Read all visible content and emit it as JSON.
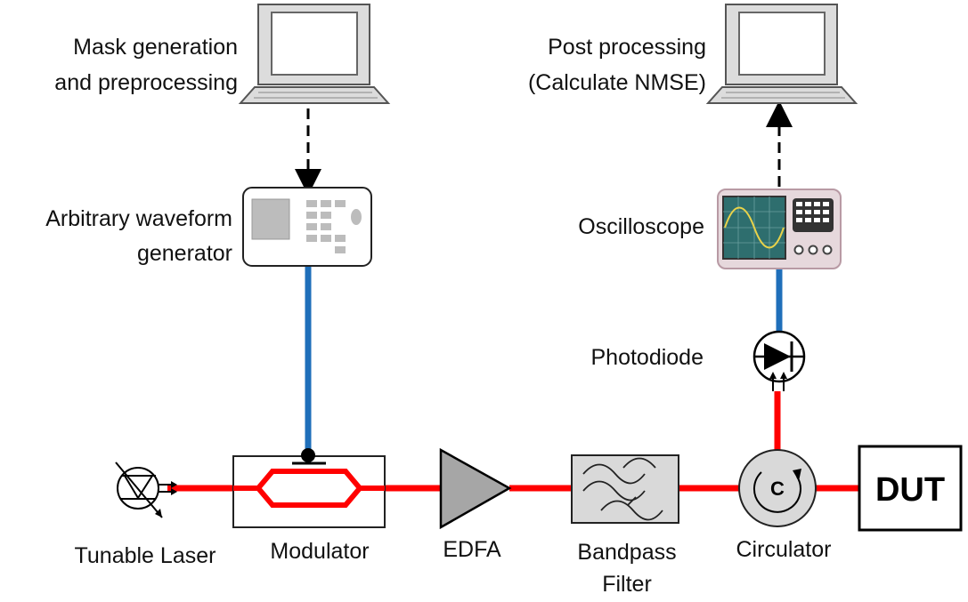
{
  "labels": {
    "pc_left": [
      "Mask generation",
      "and preprocessing"
    ],
    "pc_right": [
      "Post processing",
      "(Calculate NMSE)"
    ],
    "awg": [
      "Arbitrary waveform",
      "generator"
    ],
    "oscilloscope": "Oscilloscope",
    "photodiode": "Photodiode",
    "tunable_laser": "Tunable Laser",
    "modulator": "Modulator",
    "edfa": "EDFA",
    "bandpass": [
      "Bandpass",
      "Filter"
    ],
    "circulator": "Circulator",
    "circulator_symbol": "C",
    "dut": "DUT"
  },
  "colors": {
    "optical_fiber": "#ff0000",
    "electrical_cable": "#1f6fba",
    "data_link": "#000000",
    "computer_body": "#dcdcdc",
    "scope_screen": "#2e6e6e",
    "scope_wave": "#e8d24a",
    "scope_body": "#e6d8dc",
    "filter_fill": "#d9d9d9",
    "awg_screen": "#bcbcbc"
  }
}
